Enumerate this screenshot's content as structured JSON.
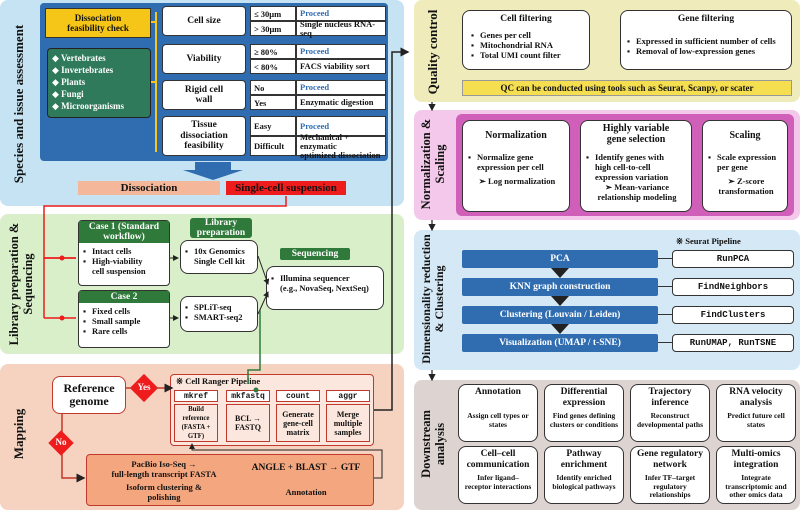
{
  "sections": {
    "species": "Species and issue assessment",
    "library": "Library preparation &\nSequencing",
    "mapping": "Mapping",
    "qc": "Quality control",
    "norm": "Normalization &\nScaling",
    "dimred": "Dimensionality reduction\n& Clustering",
    "downstream": "Downstream\nanalysis"
  },
  "species": {
    "feasibility_check": "Dissociation\nfeasibility check",
    "organisms": [
      "Vertebrates",
      "Invertebrates",
      "Plants",
      "Fungi",
      "Microorganisms"
    ],
    "criteria": [
      {
        "name": "Cell size",
        "opts": [
          {
            "c": "≤ 30μm",
            "r": "Proceed",
            "p": true
          },
          {
            "c": "> 30μm",
            "r": "Single nucleus RNA-seq",
            "p": false
          }
        ]
      },
      {
        "name": "Viability",
        "opts": [
          {
            "c": "≥ 80%",
            "r": "Proceed",
            "p": true
          },
          {
            "c": "< 80%",
            "r": "FACS viability sort",
            "p": false
          }
        ]
      },
      {
        "name": "Rigid cell\nwall",
        "opts": [
          {
            "c": "No",
            "r": "Proceed",
            "p": true
          },
          {
            "c": "Yes",
            "r": "Enzymatic digestion",
            "p": false
          }
        ]
      },
      {
        "name": "Tissue\ndissociation\nfeasibility",
        "opts": [
          {
            "c": "Easy",
            "r": "Proceed",
            "p": true
          },
          {
            "c": "Difficult",
            "r": "Mechanical + enzymatic\noptimized dissociation",
            "p": false
          }
        ]
      }
    ],
    "dissociation": "Dissociation",
    "suspension": "Single-cell suspension"
  },
  "library": {
    "case1_title": "Case 1 (Standard\nworkflow)",
    "case1_items": [
      "Intact cells",
      "High-viability\ncell suspension"
    ],
    "case2_title": "Case 2",
    "case2_items": [
      "Fixed cells",
      "Small sample",
      "Rare cells"
    ],
    "prep_title": "Library\npreparation",
    "prep1_items": [
      "10x Genomics\nSingle Cell kit"
    ],
    "prep2_items": [
      "SPLiT-seq",
      "SMART-seq2"
    ],
    "seq_title": "Sequencing",
    "seq_items": [
      "Illumina sequencer\n(e.g., NovaSeq, NextSeq)"
    ]
  },
  "mapping": {
    "reference": "Reference\ngenome",
    "yes": "Yes",
    "no": "No",
    "pipeline_title": "※ Cell Ranger Pipeline",
    "steps": [
      {
        "cmd": "mkref",
        "desc": "Build reference\n(FASTA + GTF)"
      },
      {
        "cmd": "mkfastq",
        "desc": "BCL →\nFASTQ"
      },
      {
        "cmd": "count",
        "desc": "Generate\ngene-cell\nmatrix"
      },
      {
        "cmd": "aggr",
        "desc": "Merge\nmultiple\nsamples"
      }
    ],
    "isoseq": "PacBio Iso-Seq →\nfull-length transcript FASTA",
    "isoform": "Isoform clustering &\npolishing",
    "angle": "ANGLE + BLAST → GTF",
    "annotation": "Annotation"
  },
  "qc": {
    "cell_title": "Cell filtering",
    "cell_items": [
      "Genes per cell",
      "Mitochondrial RNA",
      "Total UMI count filter"
    ],
    "gene_title": "Gene filtering",
    "gene_items": [
      "Expressed in sufficient number of cells",
      "Removal of low-expression genes"
    ],
    "note": "QC can be conducted using tools such as Seurat, Scanpy, or scater"
  },
  "norm": {
    "blocks": [
      {
        "title": "Normalization",
        "items": [
          "Normalize gene\nexpression per cell"
        ],
        "sub": "Log normalization"
      },
      {
        "title": "Highly variable\ngene selection",
        "items": [
          "Identify genes with\nhigh cell-to-cell\nexpression variation"
        ],
        "sub": "Mean-variance\nrelationship modeling"
      },
      {
        "title": "Scaling",
        "items": [
          "Scale expression\nper gene"
        ],
        "sub": "Z-score\ntransformation"
      }
    ]
  },
  "dimred": {
    "pipeline_title": "※ Seurat Pipeline",
    "steps": [
      {
        "label": "PCA",
        "fn": "RunPCA"
      },
      {
        "label": "KNN graph construction",
        "fn": "FindNeighbors"
      },
      {
        "label": "Clustering (Louvain / Leiden)",
        "fn": "FindClusters"
      },
      {
        "label": "Visualization (UMAP / t-SNE)",
        "fn": "RunUMAP, RunTSNE"
      }
    ]
  },
  "downstream": {
    "items": [
      {
        "title": "Annotation",
        "desc": "Assign cell types or\nstates"
      },
      {
        "title": "Differential\nexpression",
        "desc": "Find genes defining\nclusters or conditions"
      },
      {
        "title": "Trajectory\ninference",
        "desc": "Reconstruct\ndevelopmental paths"
      },
      {
        "title": "RNA velocity\nanalysis",
        "desc": "Predict future cell\nstates"
      },
      {
        "title": "Cell–cell\ncommunication",
        "desc": "Infer ligand–\nreceptor interactions"
      },
      {
        "title": "Pathway\nenrichment",
        "desc": "Identify enriched\nbiological pathways"
      },
      {
        "title": "Gene regulatory\nnetwork",
        "desc": "Infer TF–target\nregulatory\nrelationships"
      },
      {
        "title": "Multi-omics\nintegration",
        "desc": "Integrate\ntranscriptomic and\nother omics data"
      }
    ]
  },
  "colors": {
    "blue_panel": "#c5e3f3",
    "green_panel": "#d8efc9",
    "orange_panel": "#f6d3c0",
    "yellow_panel": "#efebbb",
    "pink_panel": "#f3c8ea",
    "lightblue_panel": "#d5e8f5",
    "grey_panel": "#ddd4d1"
  }
}
